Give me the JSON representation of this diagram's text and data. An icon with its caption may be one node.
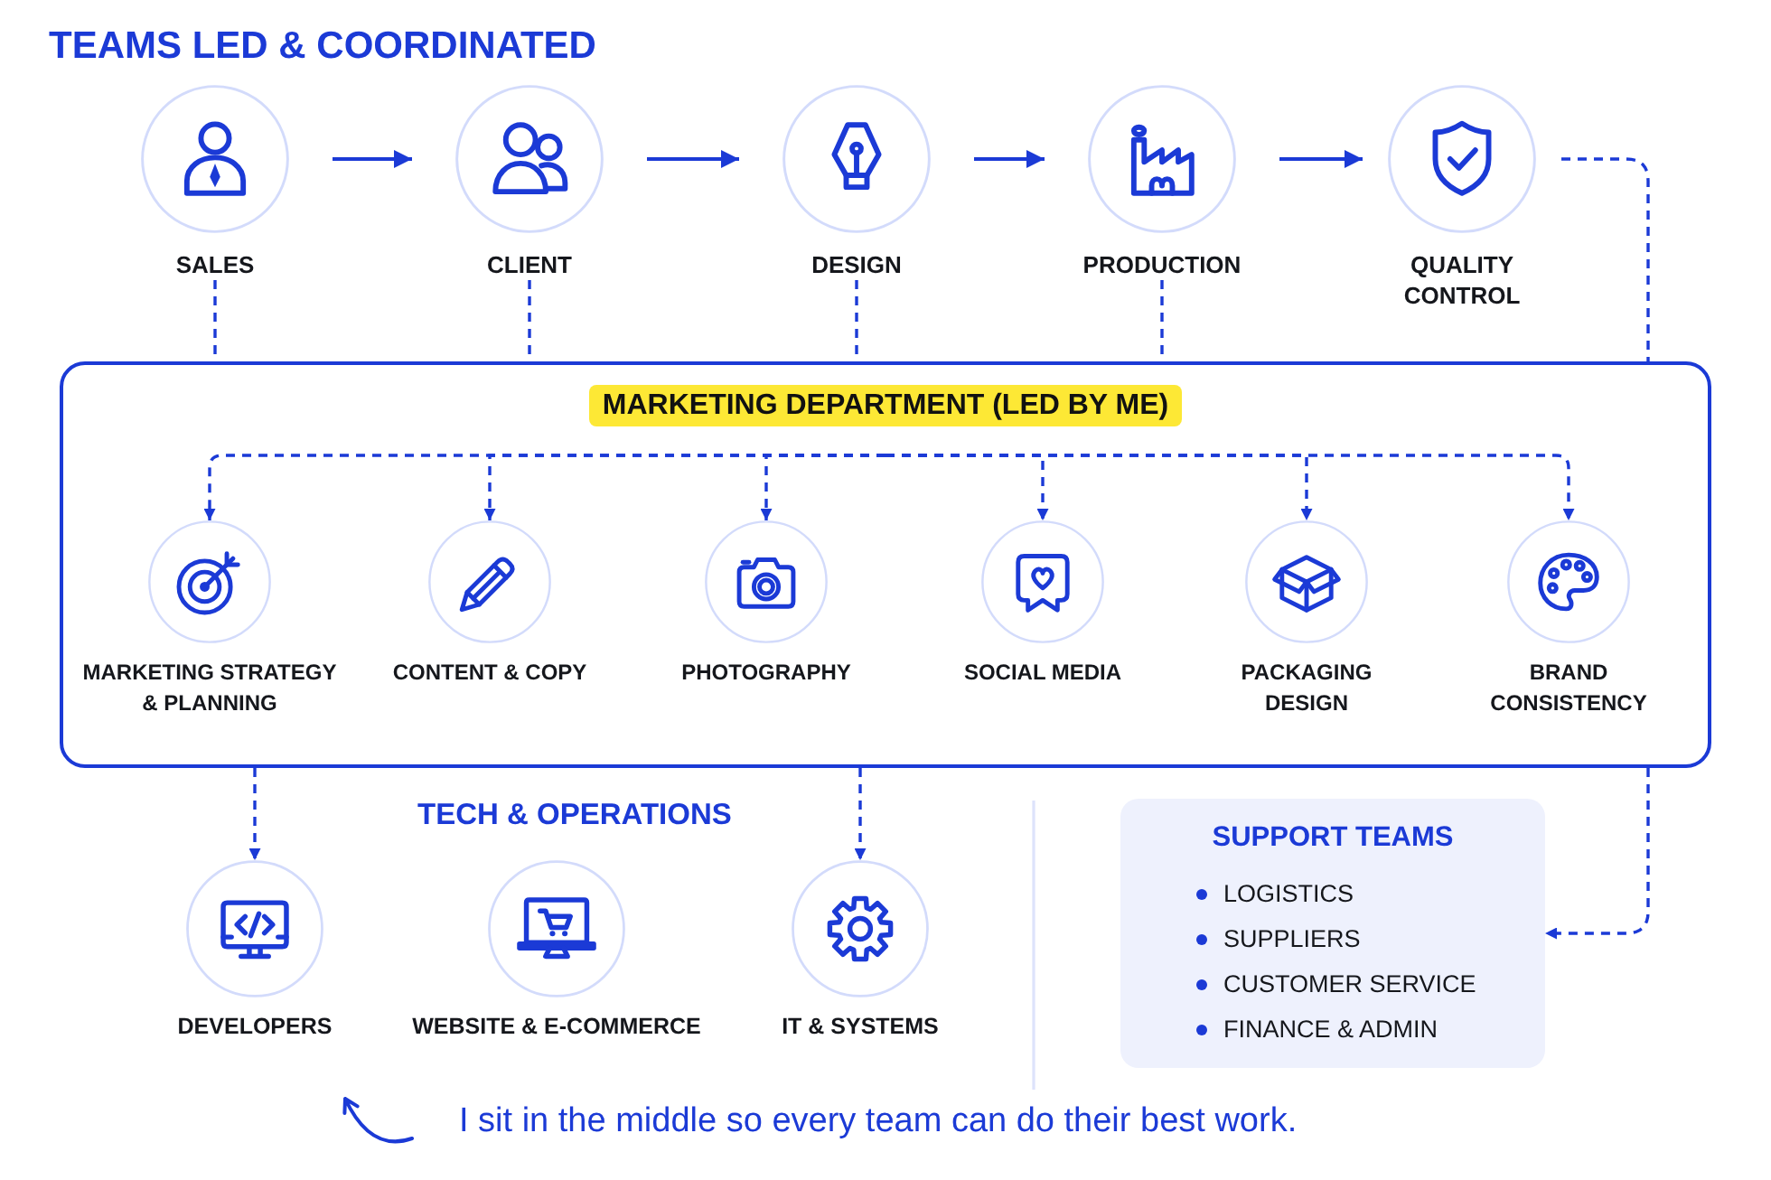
{
  "diagram": {
    "title": "TEAMS LED & COORDINATED",
    "caption": "I sit in the middle so every team can do their best work.",
    "nodes": [
      {
        "text": [
          "SALES"
        ]
      },
      {
        "text": [
          "CLIENT"
        ]
      },
      {
        "text": [
          "DESIGN"
        ]
      },
      {
        "text": [
          "PRODUCTION"
        ]
      },
      {
        "text": [
          "QUALITY CONTROL"
        ]
      },
      {
        "text": [
          "MARKETING DEPARTMENT (LED BY ME)"
        ]
      },
      {
        "text": [
          "MARKETING STRATEGY & PLANNING"
        ],
        "in": 5
      },
      {
        "text": [
          "CONTENT & COPY"
        ],
        "in": 5
      },
      {
        "text": [
          "PHOTOGRAPHY"
        ],
        "in": 5
      },
      {
        "text": [
          "SOCIAL MEDIA"
        ],
        "in": 5
      },
      {
        "text": [
          "PACKAGING DESIGN"
        ],
        "in": 5
      },
      {
        "text": [
          "BRAND CONSISTENCY"
        ],
        "in": 5
      },
      {
        "text": [
          "DEVELOPERS"
        ]
      },
      {
        "text": [
          "WEBSITE & E-COMMERCE"
        ]
      },
      {
        "text": [
          "IT & SYSTEMS"
        ]
      },
      {
        "text": [
          "SUPPORT TEAMS",
          "LOGISTICS",
          "SUPPLIERS",
          "CUSTOMER SERVICE",
          "FINANCE & ADMIN"
        ]
      }
    ],
    "edges": [
      {
        "from": 0,
        "to": 1,
        "arrow": "to"
      },
      {
        "from": 1,
        "to": 2,
        "arrow": "to"
      },
      {
        "from": 2,
        "to": 3,
        "arrow": "to"
      },
      {
        "from": 3,
        "to": 4,
        "arrow": "to"
      },
      {
        "from": 0,
        "to": 5,
        "arrow": "none",
        "style": "dashed"
      },
      {
        "from": 1,
        "to": 5,
        "arrow": "none",
        "style": "dashed"
      },
      {
        "from": 2,
        "to": 5,
        "arrow": "none",
        "style": "dashed"
      },
      {
        "from": 3,
        "to": 5,
        "arrow": "none",
        "style": "dashed"
      },
      {
        "from": 4,
        "to": 5,
        "arrow": "none",
        "style": "dashed"
      },
      {
        "from": 5,
        "to": 6,
        "arrow": "to",
        "style": "dashed"
      },
      {
        "from": 5,
        "to": 7,
        "arrow": "to",
        "style": "dashed"
      },
      {
        "from": 5,
        "to": 8,
        "arrow": "to",
        "style": "dashed"
      },
      {
        "from": 5,
        "to": 9,
        "arrow": "to",
        "style": "dashed"
      },
      {
        "from": 5,
        "to": 10,
        "arrow": "to",
        "style": "dashed"
      },
      {
        "from": 5,
        "to": 11,
        "arrow": "to",
        "style": "dashed"
      },
      {
        "from": 5,
        "to": 12,
        "arrow": "to",
        "style": "dashed"
      },
      {
        "from": 5,
        "to": 14,
        "arrow": "to",
        "style": "dashed"
      },
      {
        "from": 5,
        "to": 15,
        "arrow": "to",
        "style": "dashed"
      }
    ],
    "labels": [
      "TECH & OPERATIONS"
    ]
  }
}
